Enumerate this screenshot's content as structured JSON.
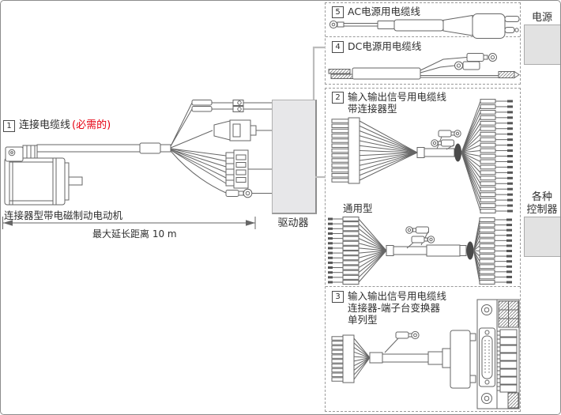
{
  "main_diagram": {
    "cable_label": {
      "num": "1",
      "text": "连接电缆线",
      "note": "(必需的)"
    },
    "motor_caption": "连接器型带电磁制动电动机",
    "dimension_label": "最大延长距离 10 m",
    "driver_label": "驱动器"
  },
  "panels": {
    "ac_power": {
      "num": "5",
      "title": "AC电源用电缆线"
    },
    "dc_power": {
      "num": "4",
      "title": "DC电源用电缆线"
    },
    "io_connector": {
      "num": "2",
      "title": "输入输出信号用电缆线",
      "subtitle": "带连接器型"
    },
    "io_general": {
      "label": "通用型"
    },
    "io_terminal": {
      "num": "3",
      "title": "输入输出信号用电缆线",
      "subtitle": "连接器-端子台变换器",
      "subtitle2": "单列型"
    }
  },
  "destinations": {
    "power": "电源",
    "controllers": [
      "各种",
      "控制器"
    ]
  },
  "colors": {
    "accent_red": "#e60012",
    "line": "#666666",
    "driver_fill": "#e7e7e9",
    "dest_fill": "#e2e2e2"
  }
}
